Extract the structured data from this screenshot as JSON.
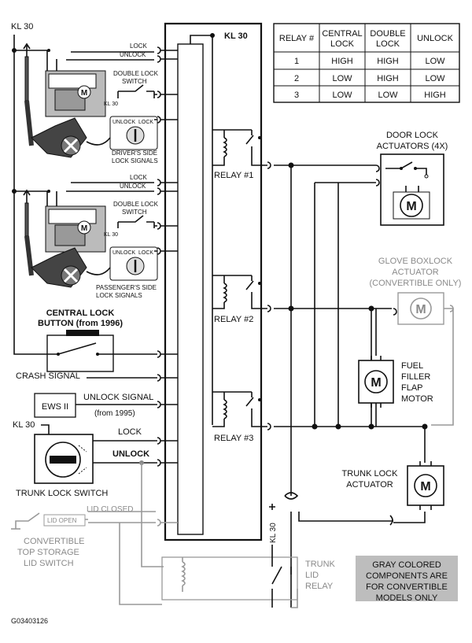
{
  "figure_id": "G03403126",
  "module": {
    "kl30": "KL 30"
  },
  "top_left": {
    "kl30": "KL 30"
  },
  "relay_table": {
    "headers": [
      "RELAY #",
      "CENTRAL LOCK",
      "DOUBLE LOCK",
      "UNLOCK"
    ],
    "rows": [
      [
        "1",
        "HIGH",
        "HIGH",
        "LOW"
      ],
      [
        "2",
        "LOW",
        "HIGH",
        "LOW"
      ],
      [
        "3",
        "LOW",
        "LOW",
        "HIGH"
      ]
    ]
  },
  "relays": [
    "RELAY #1",
    "RELAY #2",
    "RELAY #3"
  ],
  "driver": {
    "lock": "LOCK",
    "unlock": "UNLOCK",
    "double_lock_switch": "DOUBLE LOCK SWITCH",
    "kl30": "KL 30",
    "unlock_small": "UNLOCK",
    "lock_small": "LOCK",
    "caption": "DRIVER'S SIDE LOCK SIGNALS"
  },
  "passenger": {
    "lock": "LOCK",
    "unlock": "UNLOCK",
    "double_lock_switch": "DOUBLE LOCK SWITCH",
    "kl30": "KL 30",
    "unlock_small": "UNLOCK",
    "lock_small": "LOCK",
    "caption": "PASSENGER'S SIDE LOCK SIGNALS"
  },
  "central_lock_button": "CENTRAL LOCK BUTTON (from 1996)",
  "crash_signal": "CRASH SIGNAL",
  "ews": {
    "box": "EWS II",
    "label": "UNLOCK SIGNAL",
    "note": "(from 1995)"
  },
  "trunk_switch": {
    "kl30": "KL 30",
    "lock": "LOCK",
    "unlock": "UNLOCK",
    "caption": "TRUNK LOCK SWITCH"
  },
  "convertible_switch": {
    "lid_closed": "LID CLOSED",
    "lid_open": "LID OPEN",
    "caption": "CONVERTIBLE TOP STORAGE LID SWITCH"
  },
  "door_actuators": {
    "caption": "DOOR LOCK ACTUATORS (4X)",
    "motor": "M"
  },
  "glove_box": {
    "caption": "GLOVE BOXLOCK ACTUATOR (CONVERTIBLE ONLY)",
    "motor": "M"
  },
  "fuel_flap": {
    "caption": "FUEL FILLER FLAP MOTOR",
    "motor": "M"
  },
  "trunk_actuator": {
    "caption": "TRUNK LOCK ACTUATOR",
    "motor": "M"
  },
  "trunk_lid_relay": {
    "caption": "TRUNK LID RELAY",
    "kl30": "KL 30"
  },
  "note": "GRAY COLORED COMPONENTS ARE FOR CONVERTIBLE MODELS ONLY",
  "colors": {
    "line": "#111111",
    "gray": "#999999",
    "note_bg": "#bdbdbd"
  }
}
